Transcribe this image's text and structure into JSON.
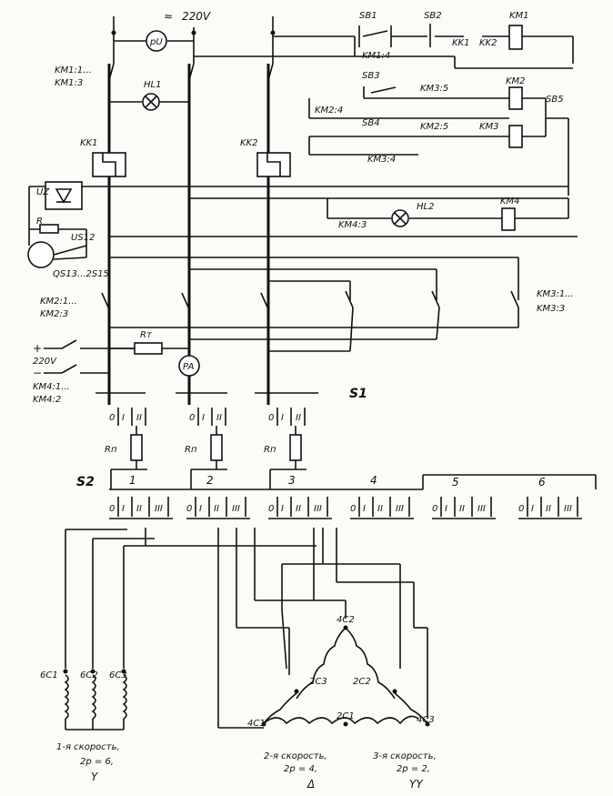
{
  "supply": {
    "symbol": "≈",
    "voltage": "220V"
  },
  "meters": {
    "voltmeter": "pU",
    "ammeter": "PA"
  },
  "buttons": {
    "sb1": "SB1",
    "sb2": "SB2",
    "sb3": "SB3",
    "sb4": "SB4",
    "sb5": "SB5"
  },
  "coils": {
    "km1": "KM1",
    "km2": "KM2",
    "km3": "KM3",
    "km4": "KM4"
  },
  "contacts": {
    "km1_4": "KM1:4",
    "kk1": "KK1",
    "kk2": "KK2",
    "km3_5": "KM3:5",
    "km2_4": "KM2:4",
    "km2_5": "KM2:5",
    "km3_4": "KM3:4",
    "km4_3": "KM4:3"
  },
  "lamps": {
    "hl1": "HL1",
    "hl2": "HL2"
  },
  "main_contacts": {
    "km1_a": "KM1:1...",
    "km1_b": "KM1:3",
    "km2_a": "KM2:1...",
    "km2_b": "KM2:3",
    "km3_a": "KM3:1...",
    "km3_b": "KM3:3",
    "km4_a": "KM4:1...",
    "km4_b": "KM4:2"
  },
  "thermal_relays": {
    "kk1": "KK1",
    "kk2": "KK2"
  },
  "rectifier": {
    "uz": "UZ",
    "r": "R",
    "us": "US12",
    "qs": "QS13...2S15"
  },
  "dc": {
    "plus": "+",
    "minus": "−",
    "voltage": "220V",
    "rt": "Rт"
  },
  "switches": {
    "s1": "S1",
    "s2": "S2",
    "positions": [
      "0",
      "I",
      "II",
      "III"
    ],
    "rn": "Rп",
    "sections": [
      "1",
      "2",
      "3",
      "4",
      "5",
      "6"
    ]
  },
  "windings": {
    "six_pole": [
      "6C1",
      "6C2",
      "6C3"
    ],
    "four_pole": {
      "top": "4C2",
      "left": "4C1",
      "right": "4C3"
    },
    "two_pole": {
      "inner_left": "2C3",
      "inner_right": "2C2",
      "bottom": "2C1"
    }
  },
  "speeds": [
    {
      "line1": "1-я скорость,",
      "line2": "2p = 6,",
      "sym": "Y"
    },
    {
      "line1": "2-я скорость,",
      "line2": "2p = 4,",
      "sym": "Δ"
    },
    {
      "line1": "3-я скорость,",
      "line2": "2p = 2,",
      "sym": "YY"
    }
  ]
}
